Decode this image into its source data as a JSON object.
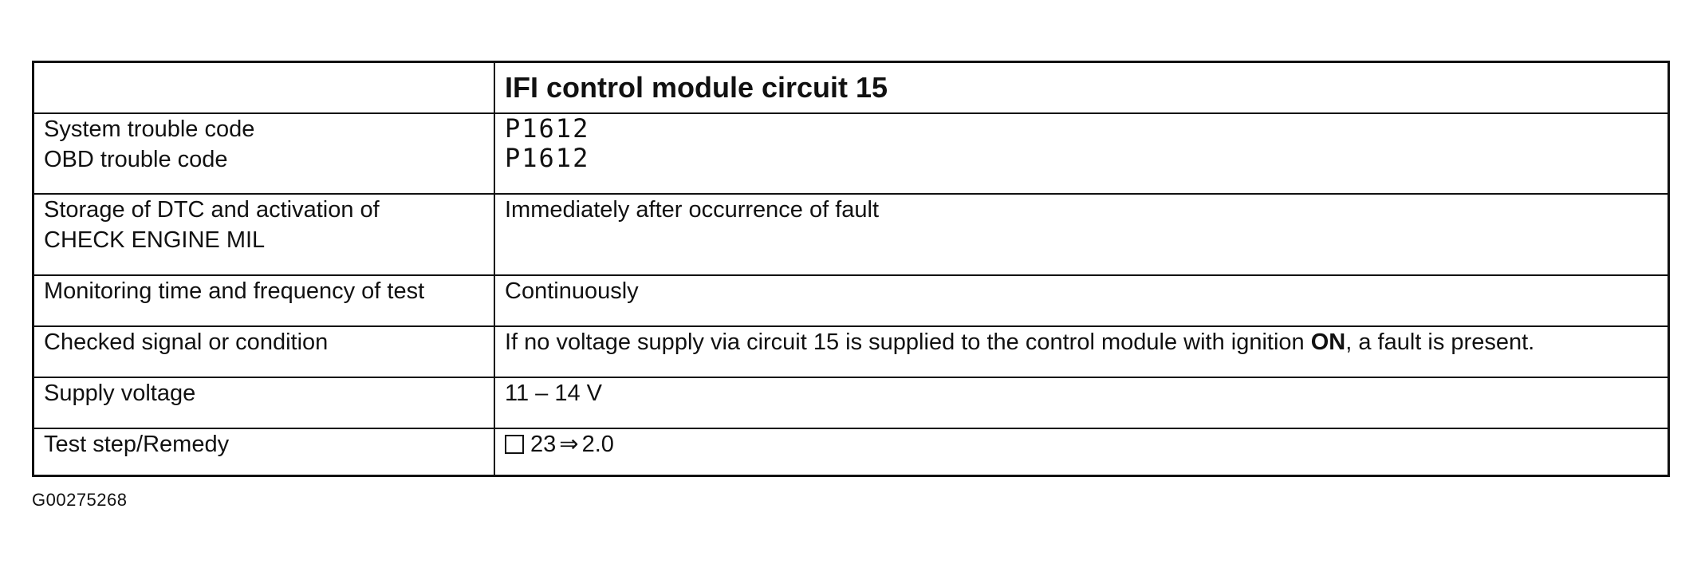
{
  "table": {
    "title": "IFI control module circuit 15",
    "rows": {
      "codes": {
        "label_1": "System trouble code",
        "label_2": "OBD trouble code",
        "value_1": "P1612",
        "value_2": "P1612"
      },
      "storage": {
        "label_1": "Storage of DTC and activation of",
        "label_2": "CHECK ENGINE MIL",
        "value": "Immediately after occurrence of fault"
      },
      "monitoring": {
        "label": "Monitoring time and frequency of test",
        "value": "Continuously"
      },
      "checked": {
        "label": "Checked signal or condition",
        "value_before": "If no voltage supply via circuit 15 is supplied to the control module with ignition ",
        "value_bold": "ON",
        "value_after": ", a fault is present."
      },
      "supply": {
        "label": "Supply voltage",
        "value": "11 – 14 V"
      },
      "test": {
        "label": "Test step/Remedy",
        "step": "23",
        "arrow": "⇒",
        "target": "2.0"
      }
    }
  },
  "caption": "G00275268",
  "icons": {
    "test_step": "checkbox-square-icon",
    "target_pointer": "double-arrow-right-icon"
  }
}
